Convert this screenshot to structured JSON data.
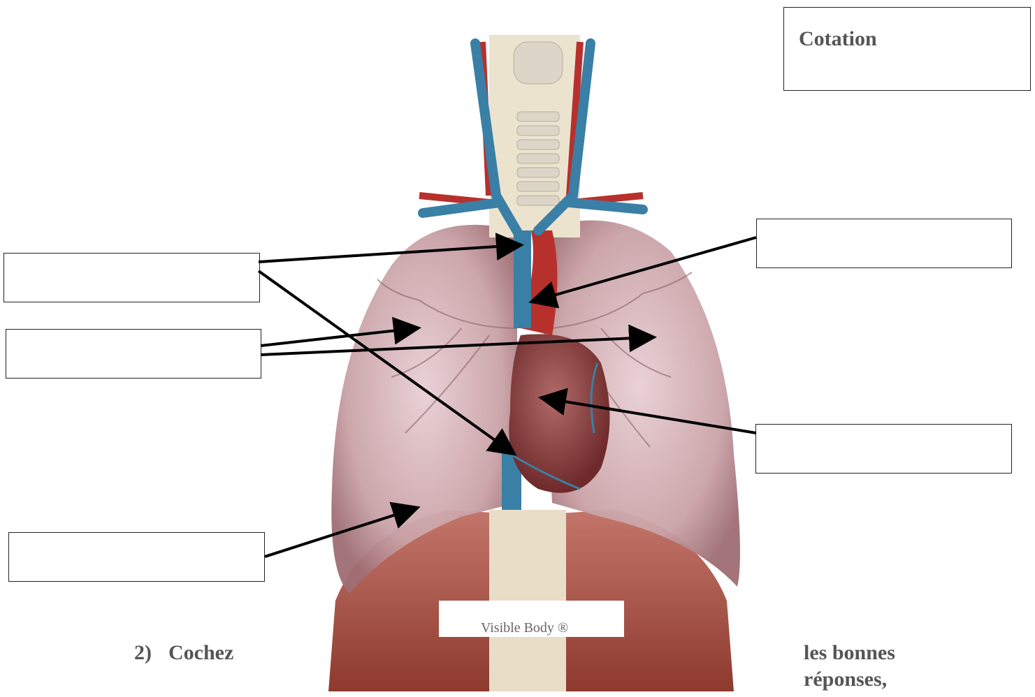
{
  "cotation": {
    "title": "Cotation"
  },
  "watermark": {
    "text": "Visible Body ®"
  },
  "question": {
    "number": "2)",
    "word": "Cochez",
    "tail_line1": "les bonnes",
    "tail_line2": "réponses,"
  },
  "labels": [
    {
      "name": "label-box-left-1",
      "value": ""
    },
    {
      "name": "label-box-left-2",
      "value": ""
    },
    {
      "name": "label-box-left-3",
      "value": ""
    },
    {
      "name": "label-box-right-1",
      "value": ""
    },
    {
      "name": "label-box-right-2",
      "value": ""
    }
  ],
  "colors": {
    "lung": "#b98a8f",
    "vein": "#3a7fa6",
    "artery": "#b8302c",
    "heart": "#8a3a3a",
    "diaphragm": "#b85a48"
  }
}
